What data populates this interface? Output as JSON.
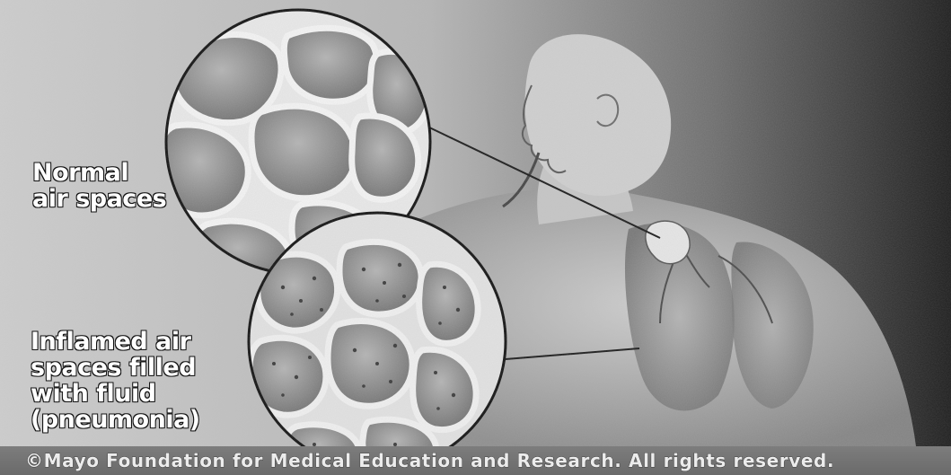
{
  "labels": {
    "normal": "Normal\nair spaces",
    "inflamed": "Inflamed air\nspaces filled\nwith fluid\n(pneumonia)"
  },
  "credit": "©Mayo Foundation for Medical Education and Research. All rights reserved.",
  "colors": {
    "background_light": "#cfcfcf",
    "background_dark": "#1e1e1e",
    "alveolus_wall": "#efefef",
    "alveolus_space": "#8f8f8f",
    "fluid_dots": "#3a3a3a",
    "label_text": "#ffffff",
    "label_outline": "#111111"
  }
}
